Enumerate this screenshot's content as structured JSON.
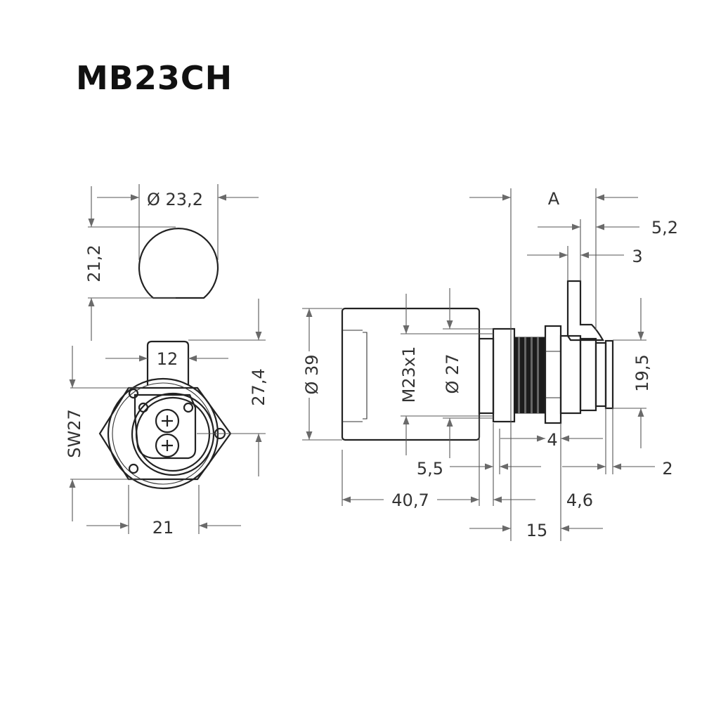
{
  "title": "MB23CH",
  "dimensions": {
    "d232": "Ø 23,2",
    "h212": "21,2",
    "w12": "12",
    "h274": "27,4",
    "sw27": "SW27",
    "w21": "21",
    "d39": "Ø 39",
    "m23": "M23x1",
    "d27": "Ø 27",
    "a": "A",
    "d52": "5,2",
    "d3": "3",
    "h195": "19,5",
    "d4": "4",
    "d55": "5,5",
    "d2": "2",
    "d407": "40,7",
    "d46": "4,6",
    "d15": "15"
  }
}
